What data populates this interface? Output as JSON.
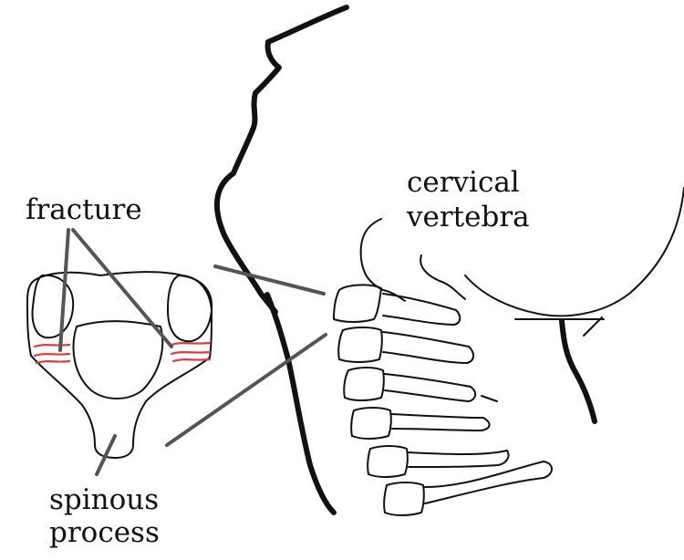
{
  "labels": {
    "fracture": "fracture",
    "cervical_line1": "cervical",
    "cervical_line2": "vertebra",
    "spinous_line1": "spinous",
    "spinous_line2": "process"
  },
  "colors": {
    "ink": "#111111",
    "leader": "#555555",
    "fracture": "#e0393e",
    "background": "#ffffff"
  }
}
